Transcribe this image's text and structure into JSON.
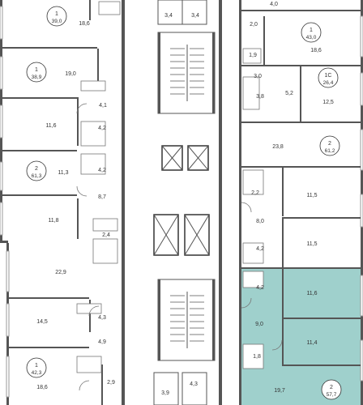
{
  "rooms": [
    {
      "id": "r1",
      "label": "18,6"
    },
    {
      "id": "r2",
      "label": "19,0"
    },
    {
      "id": "r3",
      "label": "4,1"
    },
    {
      "id": "r4",
      "label": "11,6"
    },
    {
      "id": "r5",
      "label": "4,2"
    },
    {
      "id": "r6",
      "label": "11,3"
    },
    {
      "id": "r7",
      "label": "4,2"
    },
    {
      "id": "r8",
      "label": "8,7"
    },
    {
      "id": "r9",
      "label": "11,8"
    },
    {
      "id": "r10",
      "label": "2,4"
    },
    {
      "id": "r11",
      "label": "22,9"
    },
    {
      "id": "r12",
      "label": "14,5"
    },
    {
      "id": "r13",
      "label": "4,3"
    },
    {
      "id": "r14",
      "label": "4,9"
    },
    {
      "id": "r15",
      "label": "18,6"
    },
    {
      "id": "r16",
      "label": "2,9"
    },
    {
      "id": "r17",
      "label": "3,4"
    },
    {
      "id": "r18",
      "label": "3,4"
    },
    {
      "id": "r19",
      "label": "3,9"
    },
    {
      "id": "r20",
      "label": "4,3"
    },
    {
      "id": "r21",
      "label": "4,0"
    },
    {
      "id": "r22",
      "label": "2,0"
    },
    {
      "id": "r23",
      "label": "18,6"
    },
    {
      "id": "r24",
      "label": "1,9"
    },
    {
      "id": "r25",
      "label": "3,0"
    },
    {
      "id": "r26",
      "label": "3,8"
    },
    {
      "id": "r27",
      "label": "5,2"
    },
    {
      "id": "r28",
      "label": "12,5"
    },
    {
      "id": "r29",
      "label": "23,8"
    },
    {
      "id": "r30",
      "label": "2,2"
    },
    {
      "id": "r31",
      "label": "11,5"
    },
    {
      "id": "r32",
      "label": "8,0"
    },
    {
      "id": "r33",
      "label": "4,2"
    },
    {
      "id": "r34",
      "label": "11,5"
    },
    {
      "id": "r35",
      "label": "4,2"
    },
    {
      "id": "r36",
      "label": "11,6"
    },
    {
      "id": "r37",
      "label": "9,0"
    },
    {
      "id": "r38",
      "label": "11,4"
    },
    {
      "id": "r39",
      "label": "1,8"
    },
    {
      "id": "r40",
      "label": "19,7"
    }
  ],
  "apartments": [
    {
      "id": "a1",
      "rooms": "1",
      "area": "39,0"
    },
    {
      "id": "a2",
      "rooms": "1",
      "area": "38,9"
    },
    {
      "id": "a3",
      "rooms": "2",
      "area": "61,3"
    },
    {
      "id": "a4",
      "rooms": "1",
      "area": "42,3"
    },
    {
      "id": "a5",
      "rooms": "1",
      "area": "43,0"
    },
    {
      "id": "a6",
      "rooms": "1С",
      "area": "26,4"
    },
    {
      "id": "a7",
      "rooms": "2",
      "area": "61,2"
    },
    {
      "id": "a8",
      "rooms": "2",
      "area": "57,7"
    }
  ],
  "colors": {
    "highlight": "#9fd0cc",
    "walls": "#555555"
  }
}
